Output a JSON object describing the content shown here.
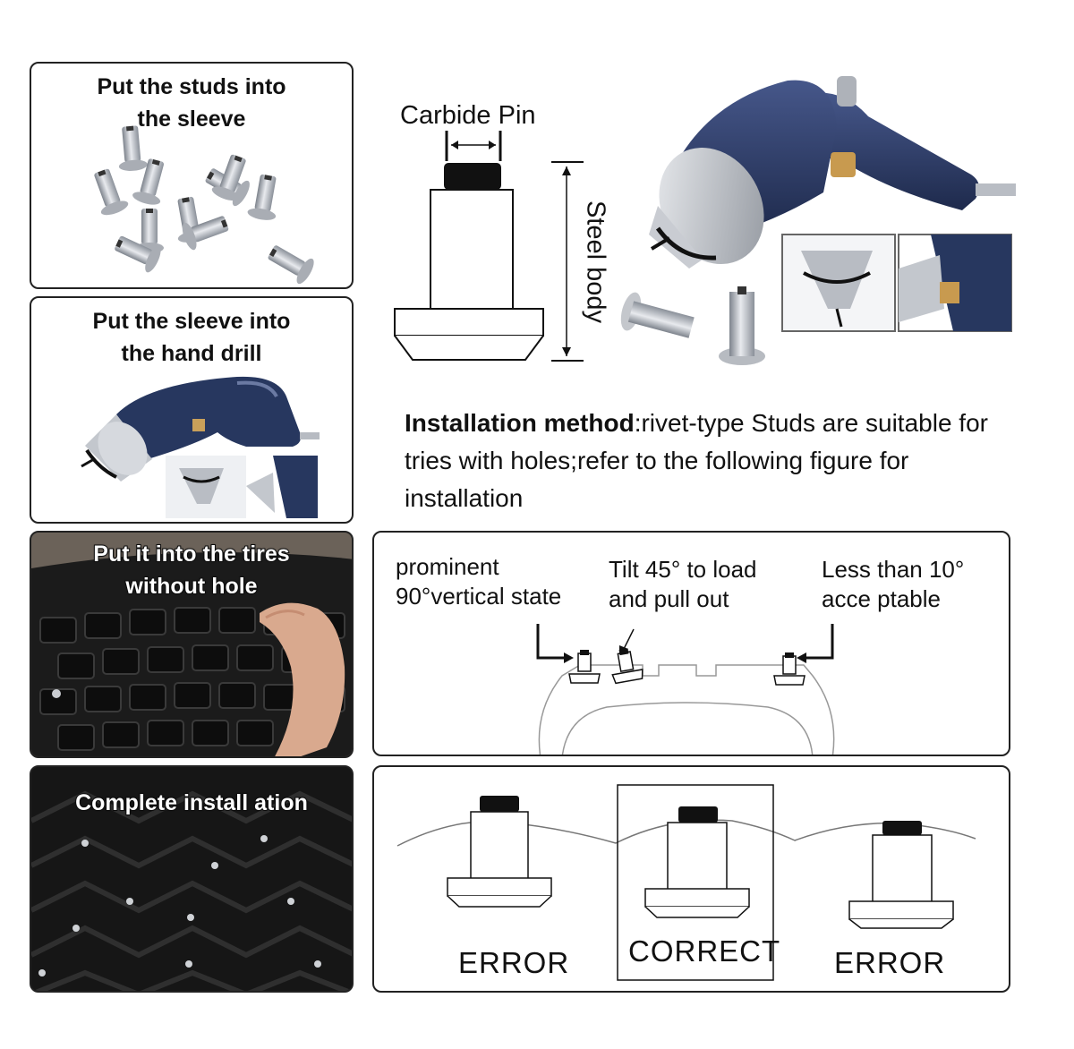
{
  "steps": [
    {
      "title_line1": "Put the studs into",
      "title_line2": "the sleeve"
    },
    {
      "title_line1": "Put the sleeve into",
      "title_line2": "the hand drill"
    },
    {
      "title_line1": "Put it into the tires",
      "title_line2": "without hole"
    },
    {
      "title_line1": "Complete install ation"
    }
  ],
  "stud_diagram": {
    "carbide_label": "Carbide Pin",
    "body_label": "Steel body"
  },
  "installation": {
    "heading": "Installation method",
    "text": ":rivet-type Studs are suitable for tries with holes;refer to the following figure for installation"
  },
  "tire_diagram": {
    "label1_line1": "prominent",
    "label1_line2": "90°vertical state",
    "label2_line1": "Tilt 45° to load",
    "label2_line2": "and pull out",
    "label3_line1": "Less than 10°",
    "label3_line2": "acce ptable"
  },
  "comparison": {
    "left_caption": "ERROR",
    "center_caption": "CORRECT",
    "right_caption": "ERROR"
  },
  "colors": {
    "tool_blue": "#27375f",
    "metal": "#b8bcc4",
    "tire": "#1a1a1a",
    "border": "#222222"
  }
}
